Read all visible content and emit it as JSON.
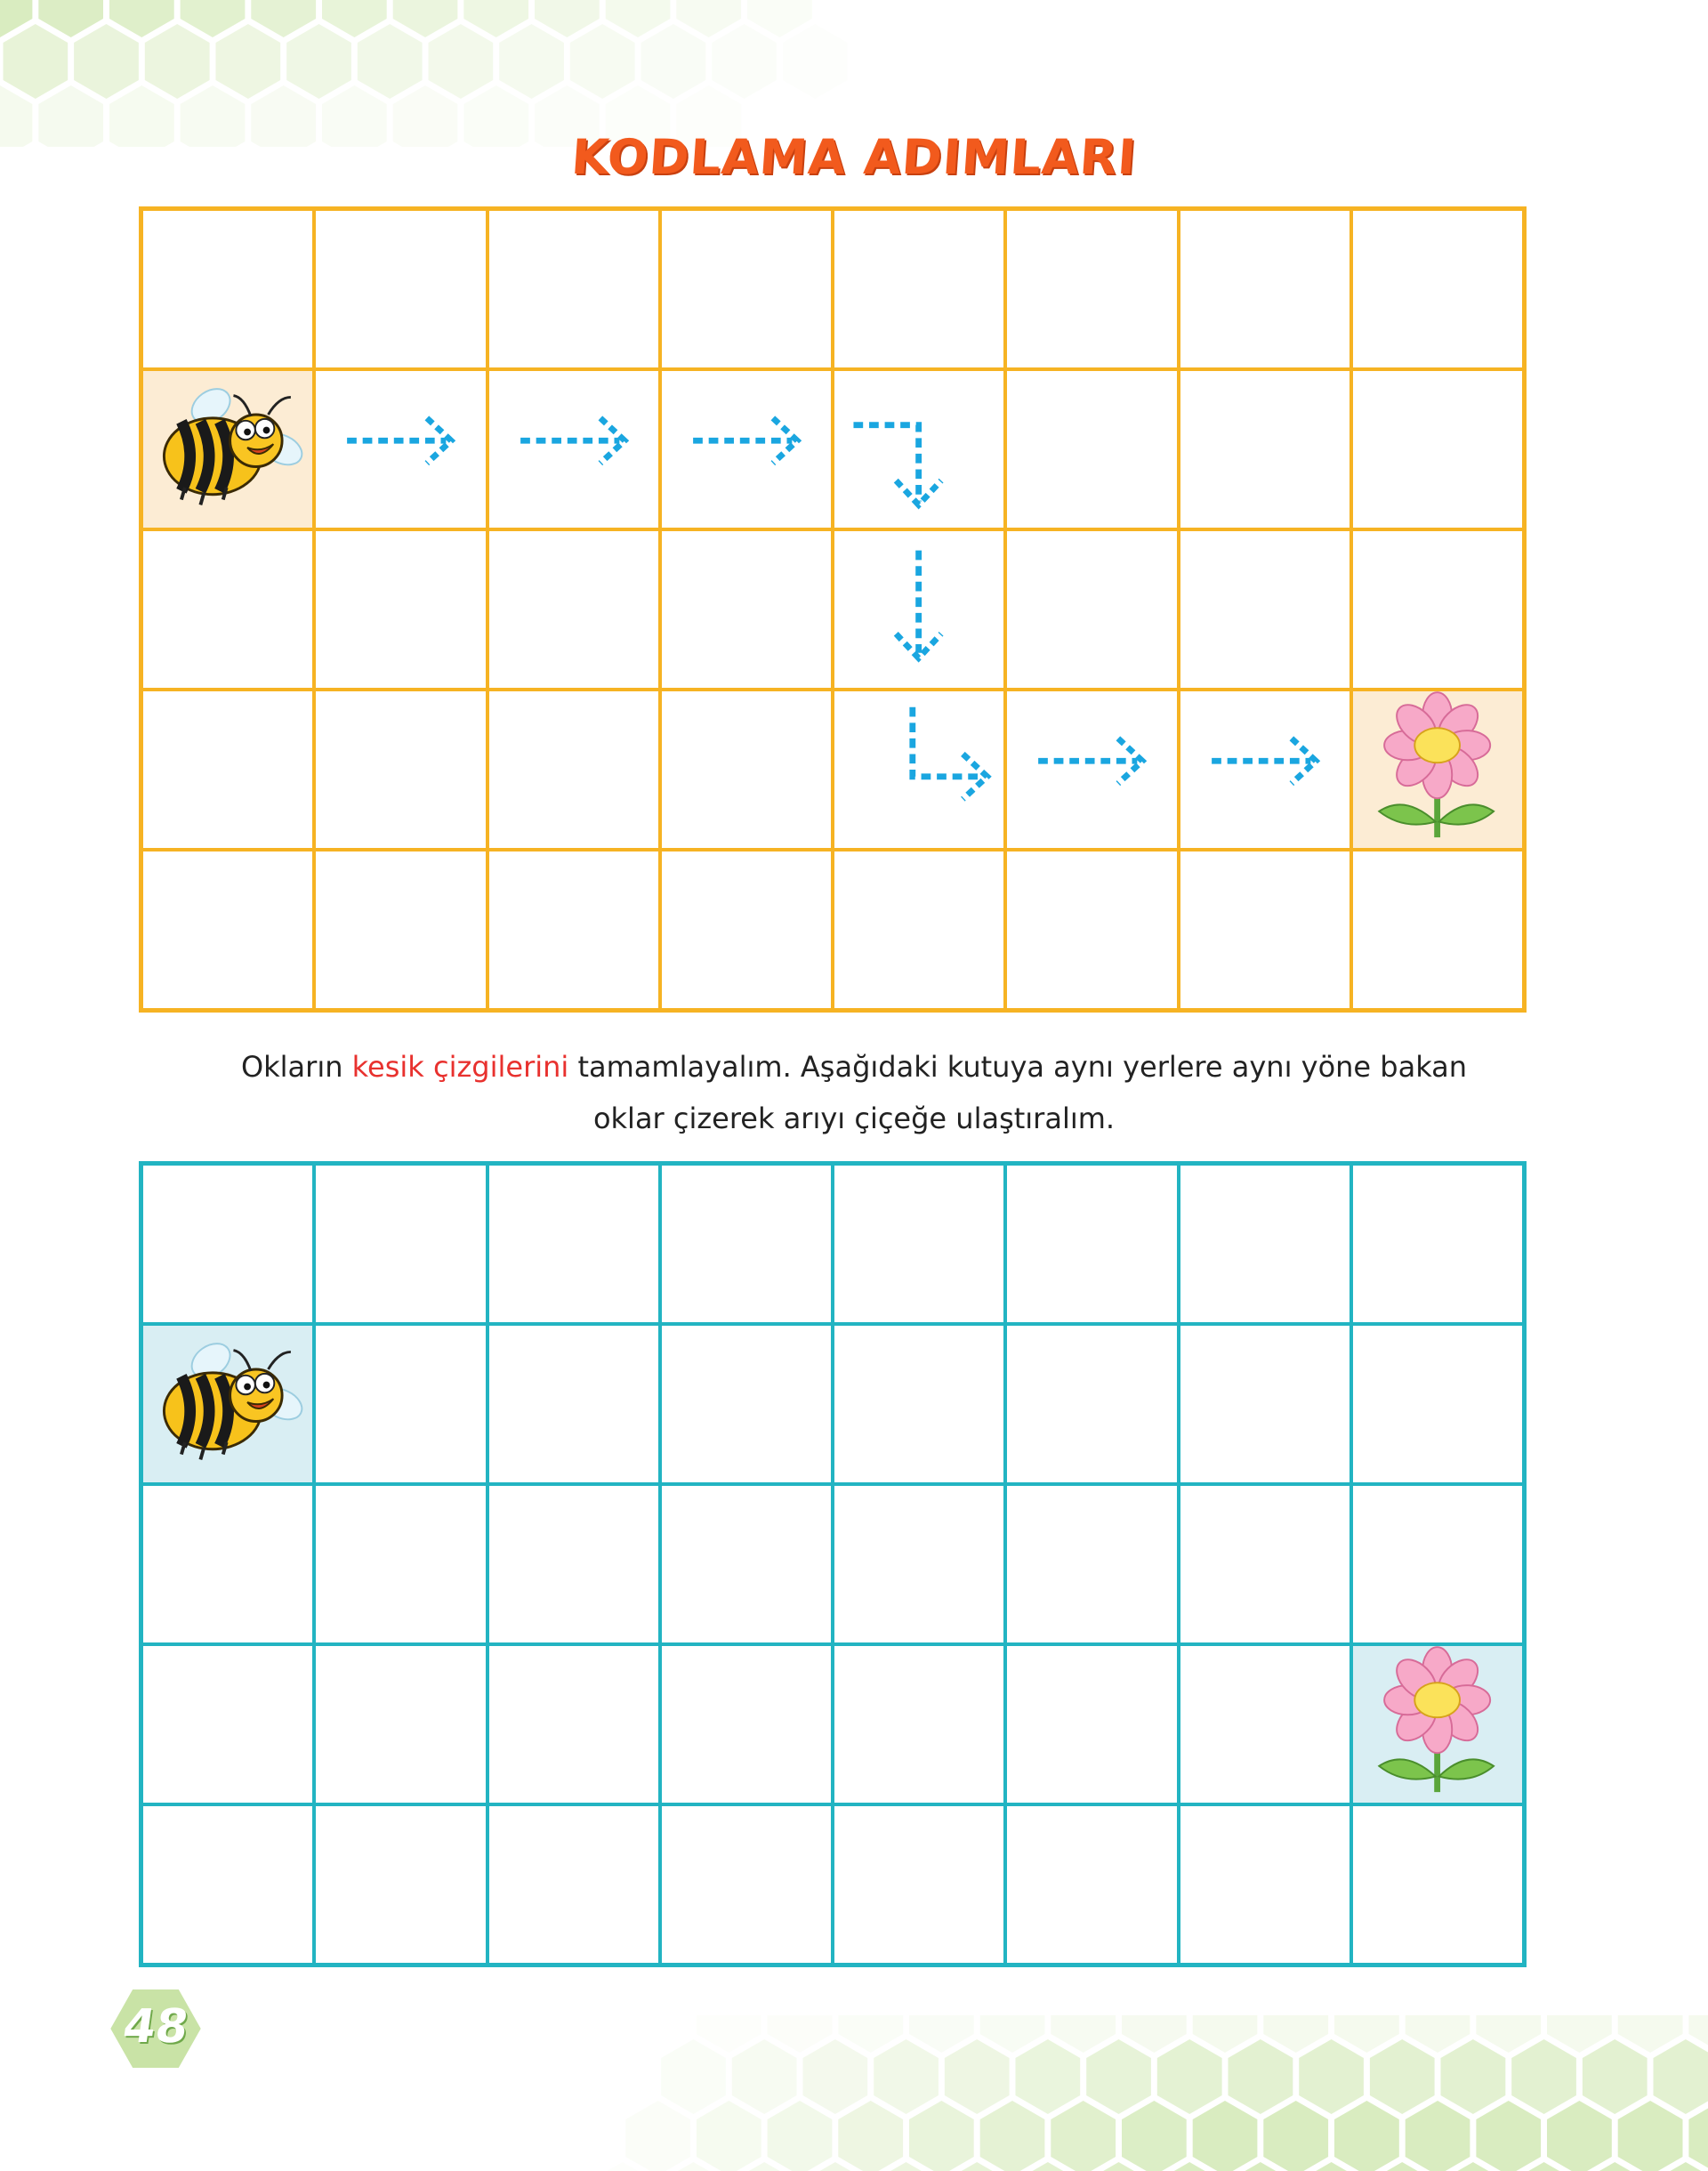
{
  "title": "KODLAMA ADIMLARI",
  "instruction": {
    "part1": "Okların ",
    "highlight": "kesik çizgilerini",
    "part2": " tamamlayalım. Aşağıdaki kutuya aynı yerlere aynı yöne bakan",
    "line2": "oklar çizerek arıyı çiçeğe ulaştıralım."
  },
  "page_number": "48",
  "colors": {
    "title": "#f25a1d",
    "top_grid": "#f6b323",
    "bottom_grid": "#22b4c2",
    "arrow": "#1aa6e0",
    "highlight": "#e8312e",
    "hex": "#d9ecc0"
  },
  "grid": {
    "rows": 5,
    "cols": 8,
    "bee_cell": {
      "row": 2,
      "col": 1
    },
    "flower_cell": {
      "row": 4,
      "col": 8
    }
  },
  "path_arrows": [
    {
      "row": 2,
      "col": 2,
      "shape": "right"
    },
    {
      "row": 2,
      "col": 3,
      "shape": "right"
    },
    {
      "row": 2,
      "col": 4,
      "shape": "right"
    },
    {
      "row": 2,
      "col": 5,
      "shape": "right-then-down"
    },
    {
      "row": 3,
      "col": 5,
      "shape": "down"
    },
    {
      "row": 4,
      "col": 5,
      "shape": "down-then-right"
    },
    {
      "row": 4,
      "col": 6,
      "shape": "right"
    },
    {
      "row": 4,
      "col": 7,
      "shape": "right"
    }
  ],
  "icons": {
    "bee": "bee-icon",
    "flower": "flower-icon",
    "arrow": "dashed-arrow-icon"
  }
}
